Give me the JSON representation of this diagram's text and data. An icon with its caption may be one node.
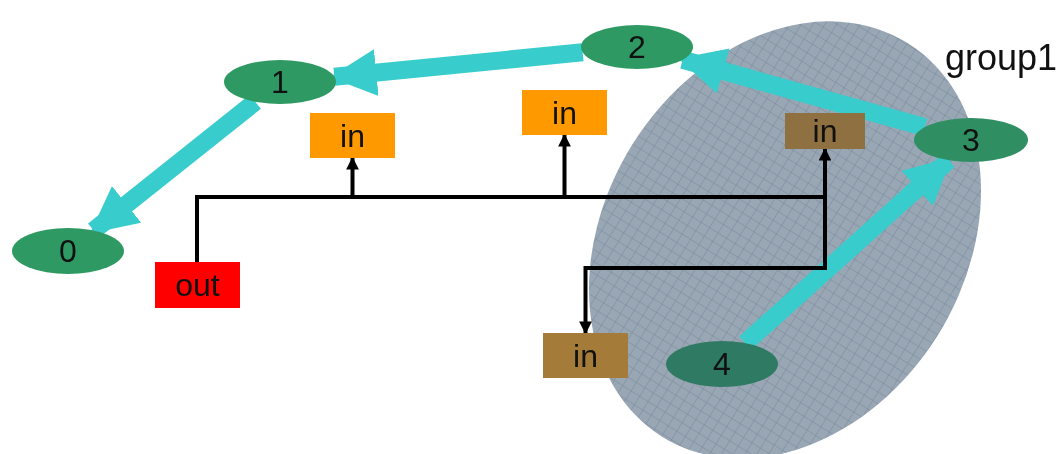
{
  "diagram": {
    "nodes": [
      {
        "text": [
          "0"
        ]
      },
      {
        "text": [
          "1"
        ]
      },
      {
        "text": [
          "2"
        ]
      },
      {
        "text": [
          "group1"
        ]
      },
      {
        "text": [
          "3"
        ]
      },
      {
        "text": [
          "4"
        ],
        "in": 3
      },
      {
        "text": [
          "out"
        ]
      },
      {
        "text": [
          "in"
        ]
      },
      {
        "text": [
          "in"
        ]
      },
      {
        "text": [
          "in"
        ],
        "in": 3
      },
      {
        "text": [
          "in"
        ]
      }
    ],
    "edges": [
      {
        "from": 1,
        "to": 0,
        "arrow": "to",
        "style": "thick",
        "color": "#39cccc"
      },
      {
        "from": 2,
        "to": 1,
        "arrow": "to",
        "style": "thick",
        "color": "#39cccc"
      },
      {
        "from": 4,
        "to": 2,
        "arrow": "to",
        "style": "thick",
        "color": "#39cccc"
      },
      {
        "from": 5,
        "to": 4,
        "arrow": "to",
        "style": "thick",
        "color": "#39cccc"
      },
      {
        "from": 6,
        "to": 7,
        "arrow": "to",
        "color": "#000000"
      },
      {
        "from": 6,
        "to": 8,
        "arrow": "to",
        "color": "#000000"
      },
      {
        "from": 6,
        "to": 9,
        "arrow": "to",
        "color": "#000000"
      },
      {
        "from": 6,
        "to": 10,
        "arrow": "to",
        "color": "#000000"
      }
    ]
  }
}
